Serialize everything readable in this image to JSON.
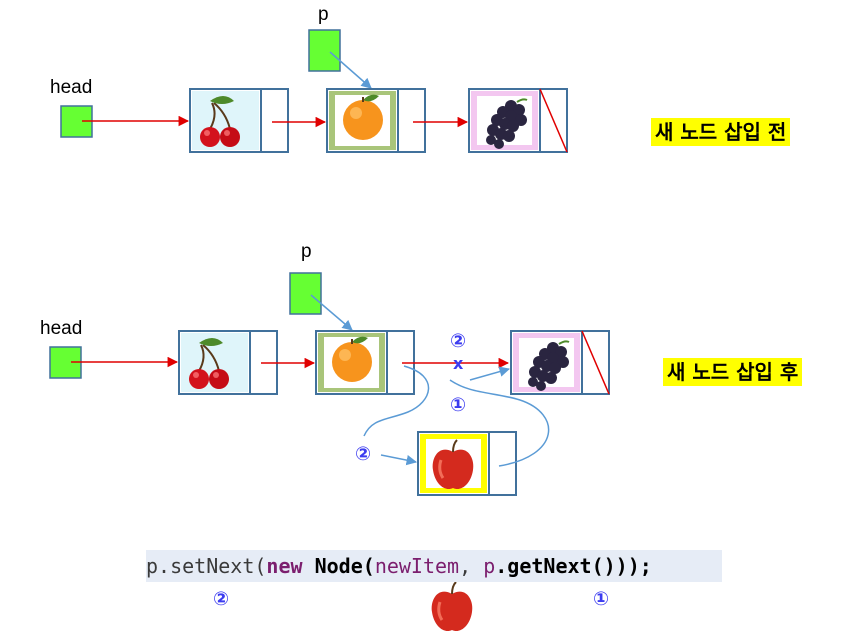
{
  "top": {
    "pointer_label": "p",
    "head_label": "head",
    "caption": "새 노드 삽입 전"
  },
  "bottom": {
    "pointer_label": "p",
    "head_label": "head",
    "caption": "새 노드 삽입 후",
    "step1": "①",
    "step2": "②",
    "step2_b": "②",
    "cut_mark": "x"
  },
  "code": {
    "p1": "p",
    "dot1": ".setNext(",
    "new_kw": "new",
    "node_cls": "Node",
    "open": "(",
    "new_item": "newItem",
    "comma": ", ",
    "p2": "p",
    "get_next": ".getNext",
    "close": "()));",
    "step2": "②",
    "step1": "①"
  },
  "icons": [
    "cherry-icon",
    "orange-icon",
    "grapes-icon",
    "apple-icon"
  ],
  "colors": {
    "pointer_fill": "#66ff33",
    "node_border": "#41719c",
    "link_arrow": "#e00000",
    "pointer_arrow": "#5b9bd5",
    "step_blue": "#3c3cf0",
    "highlight": "#ffff00"
  }
}
